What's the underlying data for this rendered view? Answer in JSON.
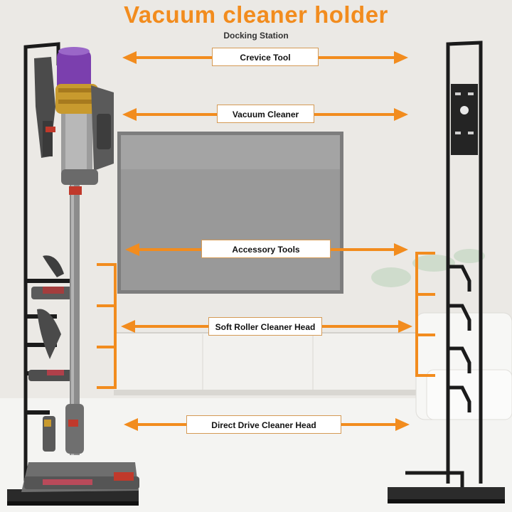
{
  "title": "Vacuum cleaner holder",
  "subtitle": "Docking Station",
  "labels": {
    "crevice_tool": "Crevice Tool",
    "vacuum_cleaner": "Vacuum Cleaner",
    "accessory_tools": "Accessory Tools",
    "soft_roller": "Soft Roller Cleaner Head",
    "direct_drive": "Direct Drive Cleaner Head"
  },
  "colors": {
    "accent": "#f28c1e",
    "frame": "#1b1b1b",
    "wall": "#e9e7e3",
    "tv": "#9a9a9a",
    "vacuum_purple": "#7b3fae",
    "vacuum_gold": "#c89a2e",
    "vacuum_red": "#c0392b",
    "shaft": "#8c8c8c"
  }
}
